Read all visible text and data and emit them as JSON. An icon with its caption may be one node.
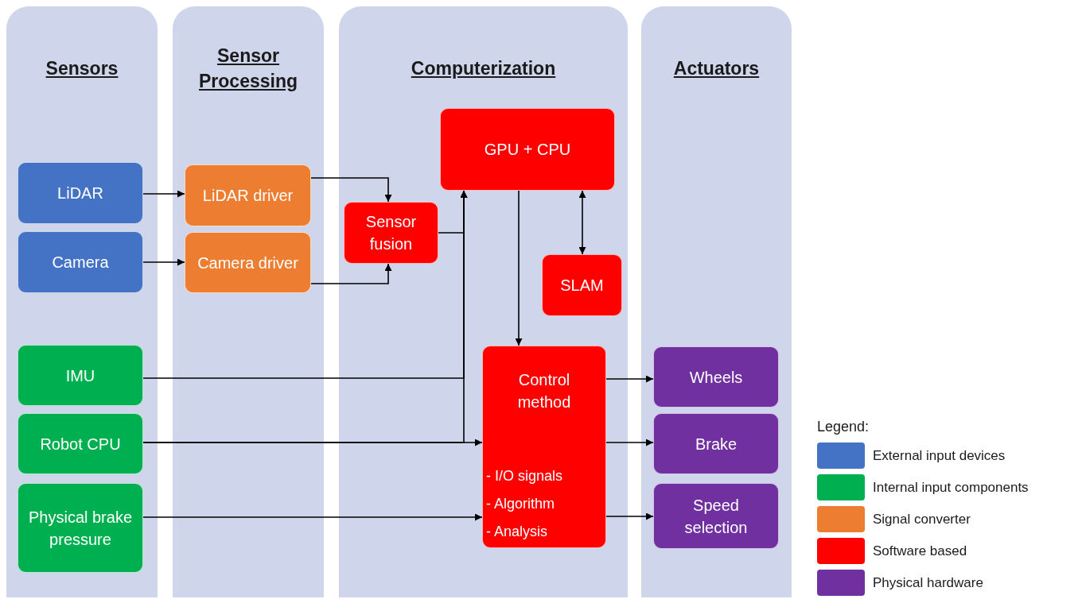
{
  "diagram": {
    "nodes": [
      {
        "text": [
          "Sensors"
        ]
      },
      {
        "text": [
          "LiDAR"
        ],
        "in": 0
      },
      {
        "text": [
          "Camera"
        ],
        "in": 0
      },
      {
        "text": [
          "IMU"
        ],
        "in": 0
      },
      {
        "text": [
          "Robot CPU"
        ],
        "in": 0
      },
      {
        "text": [
          "Physical brake pressure"
        ],
        "in": 0
      },
      {
        "text": [
          "Sensor Processing"
        ]
      },
      {
        "text": [
          "LiDAR driver"
        ],
        "in": 6
      },
      {
        "text": [
          "Camera driver"
        ],
        "in": 6
      },
      {
        "text": [
          "Computerization"
        ]
      },
      {
        "text": [
          "GPU + CPU"
        ],
        "in": 9
      },
      {
        "text": [
          "Sensor fusion"
        ],
        "in": 9
      },
      {
        "text": [
          "SLAM"
        ],
        "in": 9
      },
      {
        "text": [
          "Control method",
          "- I/O signals",
          "- Algorithm",
          "- Analysis"
        ],
        "in": 9
      },
      {
        "text": [
          "Actuators"
        ]
      },
      {
        "text": [
          "Wheels"
        ],
        "in": 14
      },
      {
        "text": [
          "Brake"
        ],
        "in": 14
      },
      {
        "text": [
          "Speed selection"
        ],
        "in": 14
      }
    ],
    "edges": [
      {
        "from": 1,
        "to": 7,
        "arrow": "to"
      },
      {
        "from": 2,
        "to": 8,
        "arrow": "to"
      },
      {
        "from": 7,
        "to": 11,
        "arrow": "to"
      },
      {
        "from": 8,
        "to": 11,
        "arrow": "to"
      },
      {
        "from": 11,
        "to": 10,
        "arrow": "to"
      },
      {
        "from": 3,
        "to": 10,
        "arrow": "to"
      },
      {
        "from": 4,
        "to": 10,
        "arrow": "to"
      },
      {
        "from": 4,
        "to": 13,
        "arrow": "to"
      },
      {
        "from": 5,
        "to": 13,
        "arrow": "to"
      },
      {
        "from": 10,
        "to": 13,
        "arrow": "to"
      },
      {
        "from": 10,
        "to": 12,
        "arrow": "both"
      },
      {
        "from": 13,
        "to": 15,
        "arrow": "to"
      },
      {
        "from": 13,
        "to": 16,
        "arrow": "to"
      },
      {
        "from": 13,
        "to": 17,
        "arrow": "to"
      }
    ],
    "labels": [
      "Legend:"
    ],
    "legend": [
      {
        "text": "External input devices",
        "color": "#4472c4"
      },
      {
        "text": "Internal input components",
        "color": "#00b050"
      },
      {
        "text": "Signal converter",
        "color": "#ed7d31"
      },
      {
        "text": "Software based",
        "color": "#ff0000"
      },
      {
        "text": "Physical hardware",
        "color": "#7030a0"
      }
    ]
  }
}
